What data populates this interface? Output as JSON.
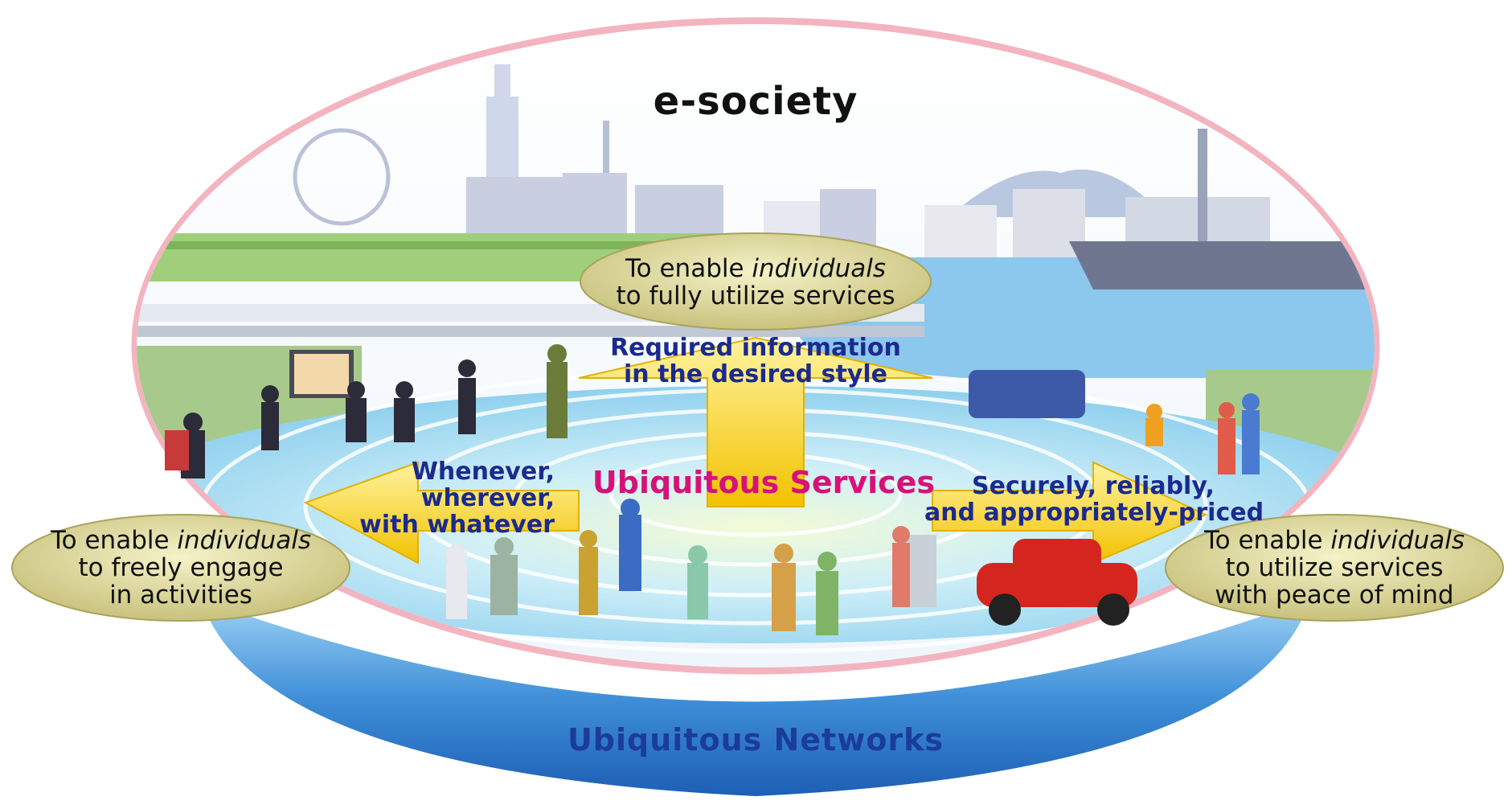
{
  "title": "e-society",
  "goals": {
    "top": {
      "line1_pre": "To enable ",
      "line1_em": "individuals",
      "line2": "to fully utilize services"
    },
    "left": {
      "line1_pre": "To enable ",
      "line1_em": "individuals",
      "line2": "to freely engage",
      "line3": "in activities"
    },
    "right": {
      "line1_pre": "To enable ",
      "line1_em": "individuals",
      "line2": "to utilize services",
      "line3": "with peace of mind"
    }
  },
  "arrows": {
    "up": {
      "line1": "Required information",
      "line2": "in the desired style"
    },
    "left": {
      "line1": "Whenever,",
      "line2": "wherever,",
      "line3": "with whatever"
    },
    "right": {
      "line1": "Securely, reliably,",
      "line2": "and appropriately-priced"
    }
  },
  "center_label": "Ubiquitous Services",
  "base_label": "Ubiquitous Networks",
  "colors": {
    "services": "#d6127a",
    "arrow_text": "#1b2a8f",
    "networks": "#1b3c9a",
    "arrow_fill": "#f4c400",
    "bubble_fill": "#d9d49a"
  }
}
